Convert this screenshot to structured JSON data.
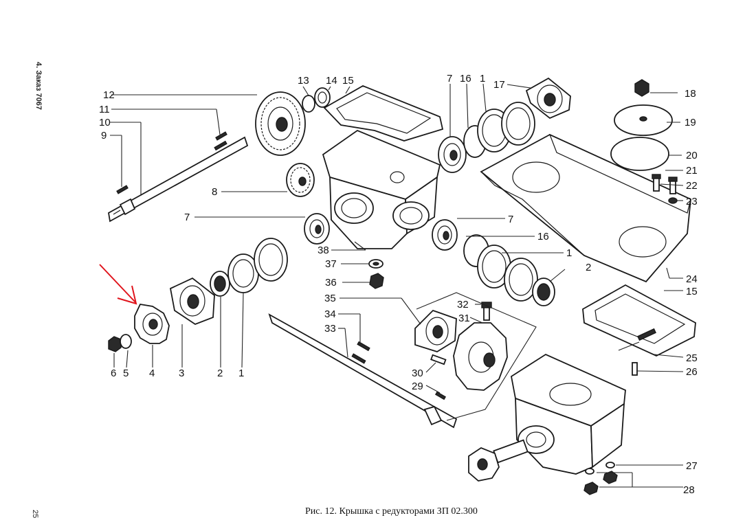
{
  "caption": "Рис. 12. Крышка с редукторами ЗП 02.300",
  "side_note": "4. Заказ 7067",
  "page_number": "25",
  "arrow_color": "#e0141c",
  "labels": {
    "n1": "1",
    "n2": "2",
    "n3": "3",
    "n4": "4",
    "n5": "5",
    "n6": "6",
    "n7": "7",
    "n8": "8",
    "n9": "9",
    "n10": "10",
    "n11": "11",
    "n12": "12",
    "n13": "13",
    "n14": "14",
    "n15": "15",
    "n16": "16",
    "n17": "17",
    "n18": "18",
    "n19": "19",
    "n20": "20",
    "n21": "21",
    "n22": "22",
    "n23": "23",
    "n24": "24",
    "n25": "25",
    "n26": "26",
    "n27": "27",
    "n28": "28",
    "n29": "29",
    "n30": "30",
    "n31": "31",
    "n32": "32",
    "n33": "33",
    "n34": "34",
    "n35": "35",
    "n36": "36",
    "n37": "37",
    "n38": "38"
  }
}
